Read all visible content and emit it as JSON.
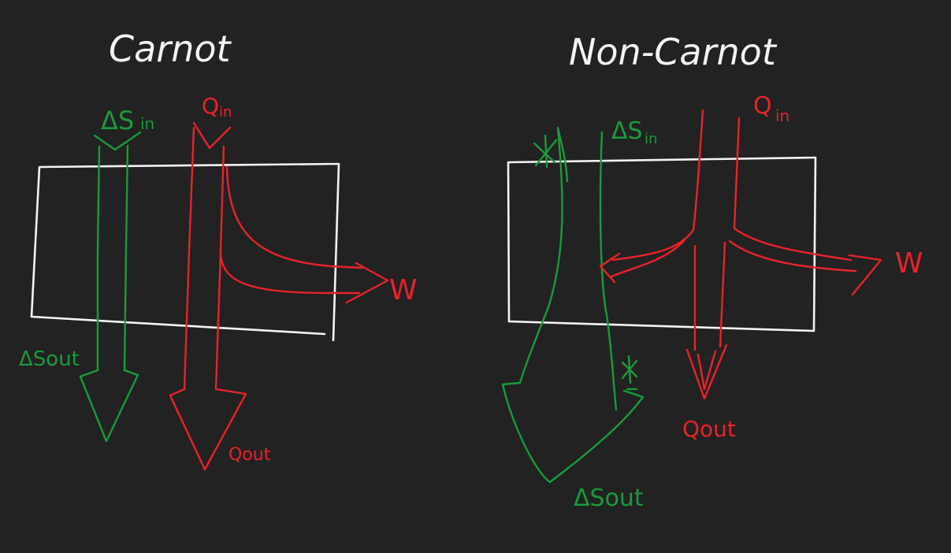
{
  "colors": {
    "background": "#222222",
    "box": "#f4f4f4",
    "entropy": "#1a9a3c",
    "heat": "#e8222b"
  },
  "carnot": {
    "title": "Carnot",
    "ds_in": "ΔS",
    "ds_in_sub": "in",
    "q_in": "Q",
    "q_in_sub": "in",
    "ds_out": "ΔSout",
    "q_out": "Qout",
    "w": "W"
  },
  "non_carnot": {
    "title": "Non-Carnot",
    "ds_in": "ΔS",
    "ds_in_sub": "in",
    "q_in": "Q",
    "q_in_sub": "in",
    "ds_out": "ΔSout",
    "q_out": "Qout",
    "w": "W",
    "star_top": "*",
    "star_bottom": "*"
  }
}
